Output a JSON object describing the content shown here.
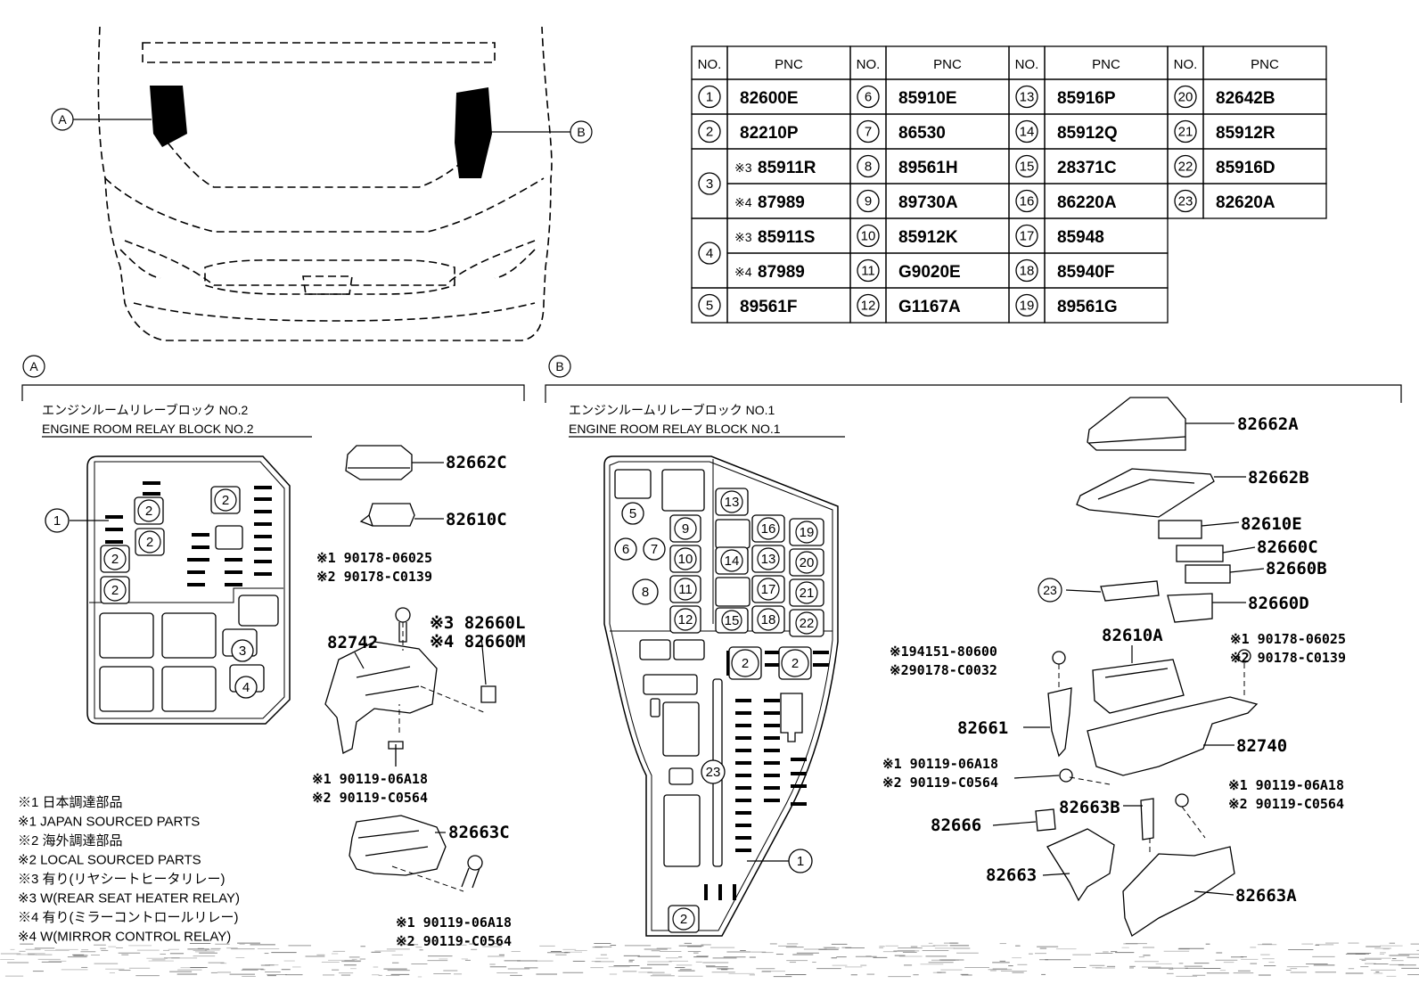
{
  "pnc_table": {
    "header_no": "NO.",
    "header_pnc": "PNC",
    "rows": [
      {
        "no": "1",
        "pnc": "82600E"
      },
      {
        "no": "2",
        "pnc": "82210P"
      },
      {
        "no": "3",
        "subs": [
          {
            "mark": "※3",
            "pnc": "85911R"
          },
          {
            "mark": "※4",
            "pnc": "87989"
          }
        ]
      },
      {
        "no": "4",
        "subs": [
          {
            "mark": "※3",
            "pnc": "85911S"
          },
          {
            "mark": "※4",
            "pnc": "87989"
          }
        ]
      },
      {
        "no": "5",
        "pnc": "89561F"
      },
      {
        "no": "6",
        "pnc": "85910E"
      },
      {
        "no": "7",
        "pnc": "86530"
      },
      {
        "no": "8",
        "pnc": "89561H"
      },
      {
        "no": "9",
        "pnc": "89730A"
      },
      {
        "no": "10",
        "pnc": "85912K"
      },
      {
        "no": "11",
        "pnc": "G9020E"
      },
      {
        "no": "12",
        "pnc": "G1167A"
      },
      {
        "no": "13",
        "pnc": "85916P"
      },
      {
        "no": "14",
        "pnc": "85912Q"
      },
      {
        "no": "15",
        "pnc": "28371C"
      },
      {
        "no": "16",
        "pnc": "86220A"
      },
      {
        "no": "17",
        "pnc": "85948"
      },
      {
        "no": "18",
        "pnc": "85940F"
      },
      {
        "no": "19",
        "pnc": "89561G"
      },
      {
        "no": "20",
        "pnc": "82642B"
      },
      {
        "no": "21",
        "pnc": "85912R"
      },
      {
        "no": "22",
        "pnc": "85916D"
      },
      {
        "no": "23",
        "pnc": "82620A"
      }
    ]
  },
  "overview": {
    "label_a": "A",
    "label_b": "B"
  },
  "section_a": {
    "marker": "A",
    "title_jp": "エンジンルームリレーブロック NO.2",
    "title_en": "ENGINE ROOM RELAY BLOCK NO.2",
    "block_callouts": [
      "1",
      "2",
      "2",
      "2",
      "2",
      "2",
      "2",
      "3",
      "4"
    ],
    "parts": {
      "cover": "82662C",
      "relay": "82610C",
      "bolt_top_1": "※1 90178-06025",
      "bolt_top_2": "※2 90178-C0139",
      "bracket": "82742",
      "relay_l": "※3 82660L",
      "relay_m": "※4 82660M",
      "bolt_mid_1": "※1 90119-06A18",
      "bolt_mid_2": "※2 90119-C0564",
      "lower": "82663C",
      "bolt_bot_1": "※1 90119-06A18",
      "bolt_bot_2": "※2 90119-C0564"
    },
    "notes": [
      "※1 日本調達部品",
      "※1 JAPAN SOURCED PARTS",
      "※2 海外調達部品",
      "※2 LOCAL SOURCED PARTS",
      "※3 有り(リヤシートヒータリレー)",
      "※3 W(REAR SEAT HEATER RELAY)",
      "※4 有り(ミラーコントロールリレー)",
      "※4 W(MIRROR CONTROL RELAY)"
    ]
  },
  "section_b": {
    "marker": "B",
    "title_jp": "エンジンルームリレーブロック NO.1",
    "title_en": "ENGINE ROOM RELAY BLOCK NO.1",
    "block_callouts": {
      "c5": "5",
      "c6": "6",
      "c7": "7",
      "c8": "8",
      "c9": "9",
      "c10": "10",
      "c11": "11",
      "c12": "12",
      "c13a": "13",
      "c14": "14",
      "c15": "15",
      "c16": "16",
      "c13b": "13",
      "c17": "17",
      "c18": "18",
      "c19": "19",
      "c20": "20",
      "c21": "21",
      "c22": "22",
      "c2a": "2",
      "c2b": "2",
      "c23": "23",
      "c1": "1",
      "c2c": "2"
    },
    "parts": {
      "p82662A": "82662A",
      "p82662B": "82662B",
      "p82610E": "82610E",
      "p82660C": "82660C",
      "p82660B": "82660B",
      "callout23": "23",
      "p82660D": "82660D",
      "p82610A": "82610A",
      "bolt_l_1": "※194151-80600",
      "bolt_l_2": "※290178-C0032",
      "bolt_r_1": "※1 90178-06025",
      "bolt_r_2": "※2 90178-C0139",
      "p82661": "82661",
      "p82740": "82740",
      "bolt_m_1": "※1 90119-06A18",
      "bolt_m_2": "※2 90119-C0564",
      "bolt_rr_1": "※1 90119-06A18",
      "bolt_rr_2": "※2 90119-C0564",
      "p82663B": "82663B",
      "p82666": "82666",
      "p82663": "82663",
      "p82663A": "82663A"
    }
  }
}
